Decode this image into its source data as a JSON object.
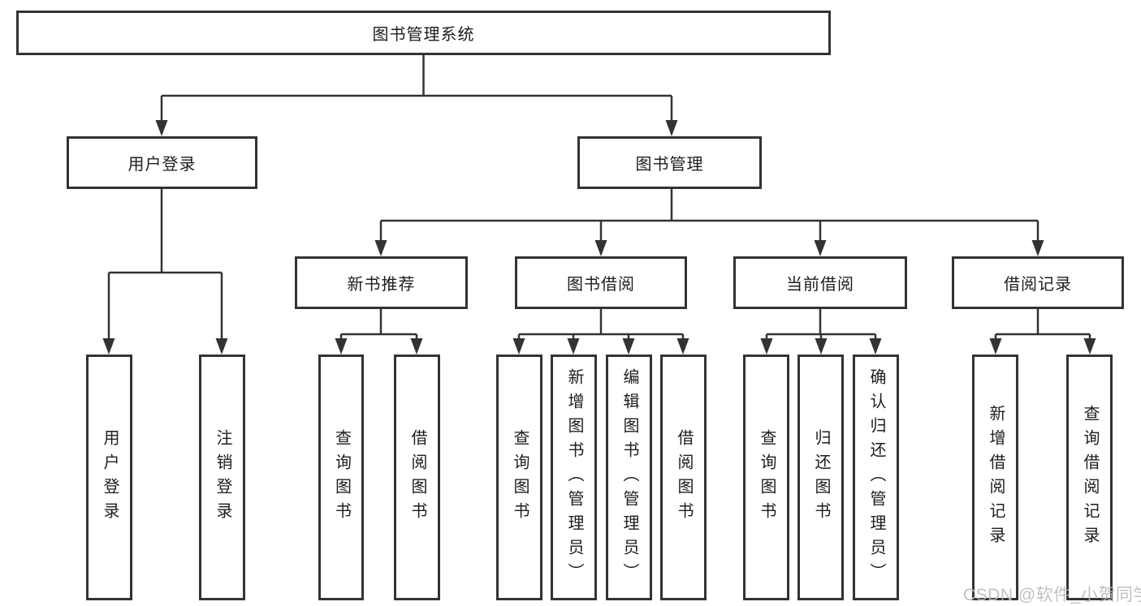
{
  "diagram": {
    "title": "图书管理系统",
    "nodes": {
      "root": {
        "label": "图书管理系统"
      },
      "user_login": {
        "label": "用户登录"
      },
      "book_mgmt": {
        "label": "图书管理"
      },
      "ul_login": {
        "label": "用户登录"
      },
      "ul_logout": {
        "label": "注销登录"
      },
      "new_rec": {
        "label": "新书推荐"
      },
      "borrow": {
        "label": "图书借阅"
      },
      "current": {
        "label": "当前借阅"
      },
      "records": {
        "label": "借阅记录"
      },
      "nr_query": {
        "label": "查询图书"
      },
      "nr_borrow": {
        "label": "借阅图书"
      },
      "bw_query": {
        "label": "查询图书"
      },
      "bw_add": {
        "label": "新增图书（管理员）"
      },
      "bw_edit": {
        "label": "编辑图书（管理员）"
      },
      "bw_borrow": {
        "label": "借阅图书"
      },
      "cb_query": {
        "label": "查询图书"
      },
      "cb_return": {
        "label": "归还图书"
      },
      "cb_confirm": {
        "label": "确认归还（管理员）"
      },
      "rc_add": {
        "label": "新增借阅记录"
      },
      "rc_query": {
        "label": "查询借阅记录"
      }
    },
    "hierarchy": [
      {
        "parent": "root",
        "children": [
          "user_login",
          "book_mgmt"
        ]
      },
      {
        "parent": "user_login",
        "children": [
          "ul_login",
          "ul_logout"
        ]
      },
      {
        "parent": "book_mgmt",
        "children": [
          "new_rec",
          "borrow",
          "current",
          "records"
        ]
      },
      {
        "parent": "new_rec",
        "children": [
          "nr_query",
          "nr_borrow"
        ]
      },
      {
        "parent": "borrow",
        "children": [
          "bw_query",
          "bw_add",
          "bw_edit",
          "bw_borrow"
        ]
      },
      {
        "parent": "current",
        "children": [
          "cb_query",
          "cb_return",
          "cb_confirm"
        ]
      },
      {
        "parent": "records",
        "children": [
          "rc_add",
          "rc_query"
        ]
      }
    ],
    "colors": {
      "line": "#333333",
      "text": "#1d1d1d",
      "background": "#ffffff",
      "watermark": "#b8bbbf"
    }
  },
  "watermark": {
    "text": "CSDN @软件_小贺同学"
  }
}
